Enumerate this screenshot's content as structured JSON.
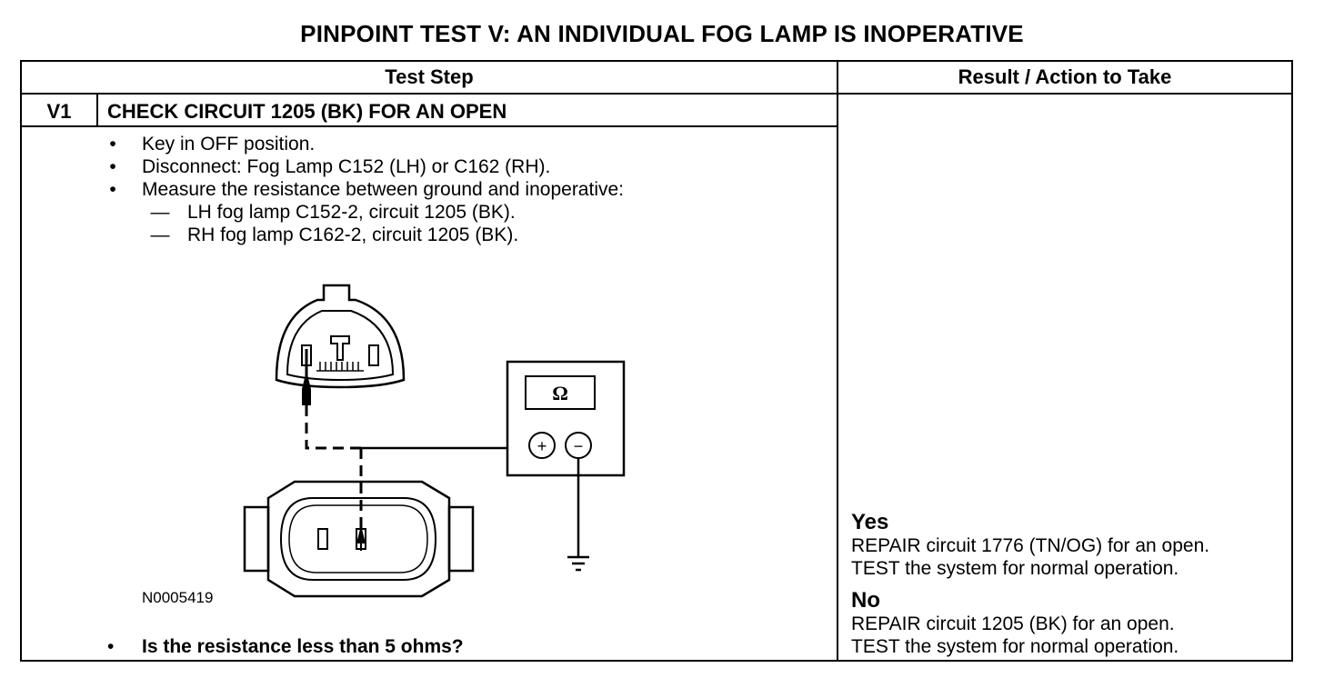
{
  "title": "PINPOINT TEST  V: AN INDIVIDUAL FOG LAMP IS INOPERATIVE",
  "table": {
    "headers": {
      "test_step": "Test Step",
      "result": "Result / Action to Take"
    },
    "step": {
      "id": "V1",
      "title": "CHECK CIRCUIT 1205 (BK) FOR AN OPEN",
      "instructions": [
        {
          "marker": "•",
          "text": "Key in OFF position."
        },
        {
          "marker": "•",
          "text": "Disconnect: Fog Lamp C152 (LH) or C162 (RH)."
        },
        {
          "marker": "•",
          "text": "Measure the resistance between ground and inoperative:"
        }
      ],
      "sub_instructions": [
        {
          "marker": "—",
          "text": "LH fog lamp C152-2, circuit 1205 (BK)."
        },
        {
          "marker": "—",
          "text": "RH fog lamp C162-2, circuit 1205 (BK)."
        }
      ],
      "figure": {
        "id": "N0005419",
        "meter_symbol": "Ω",
        "positive_symbol": "+",
        "negative_symbol": "−",
        "icons": [
          "connector-icon",
          "ohmmeter-icon",
          "ground-icon",
          "probe-icon"
        ]
      },
      "question": {
        "marker": "•",
        "text": "Is the resistance less than 5 ohms?"
      }
    },
    "results": {
      "yes": {
        "label": "Yes",
        "lines": [
          "REPAIR circuit 1776 (TN/OG) for an open.",
          "TEST the system for normal operation."
        ]
      },
      "no": {
        "label": "No",
        "lines": [
          "REPAIR circuit 1205 (BK) for an open.",
          "TEST the system for normal operation."
        ]
      }
    }
  }
}
